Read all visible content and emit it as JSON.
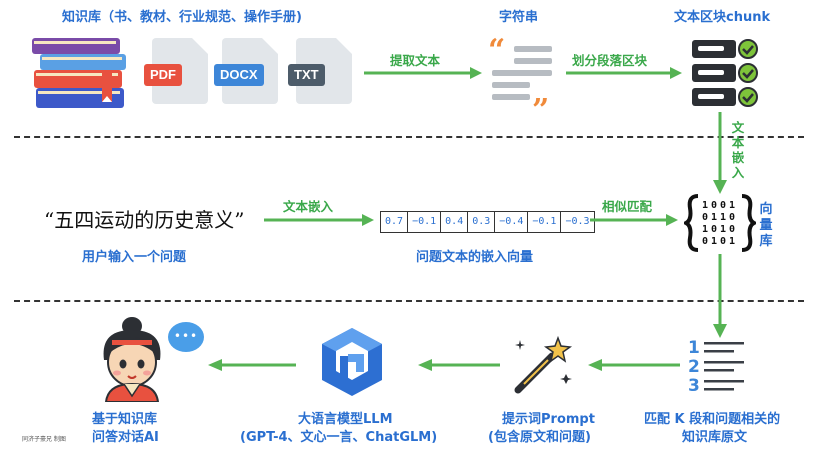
{
  "nodes": {
    "knowledge_base": "知识库（书、教材、行业规范、操作手册)",
    "string": "字符串",
    "chunks": "文本区块chunk",
    "user_question": "用户输入一个问题",
    "question_vector": "问题文本的嵌入向量",
    "vector_db": "向量库",
    "match": [
      "匹配 K 段和问题相关的",
      "知识库原文"
    ],
    "prompt": [
      "提示词Prompt",
      "(包含原文和问题)"
    ],
    "llm": [
      "大语言模型LLM",
      "(GPT-4、文心一言、ChatGLM)"
    ],
    "qa": [
      "基于知识库",
      "问答对话AI"
    ]
  },
  "edges": {
    "extract_text": "提取文本",
    "split_chunks": "划分段落区块",
    "embed_chunks": "文本嵌入",
    "embed_question": "文本嵌入",
    "similarity_match": "相似匹配"
  },
  "doc_tags": [
    "PDF",
    "DOCX",
    "TXT"
  ],
  "question_text": "“五四运动的历史意义”",
  "vector_values": [
    "0.7",
    "−0.1",
    "0.4",
    "0.3",
    "−0.4",
    "−0.1",
    "−0.3"
  ],
  "list_numbers": [
    "1",
    "2",
    "3"
  ],
  "footer_credit": "同济子豪兄 制图",
  "colors": {
    "label_blue": "#2a6fd0",
    "edge_green": "#3aa84a",
    "arrow_green": "#56b354"
  }
}
